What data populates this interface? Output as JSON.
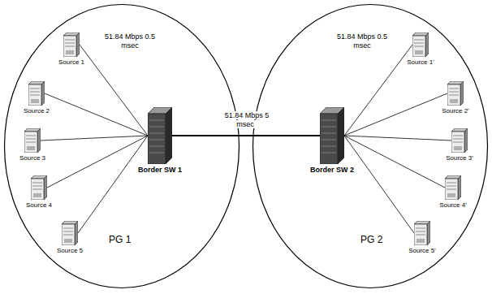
{
  "diagram": {
    "nodes": [
      {
        "text": [
          "PG 1"
        ]
      },
      {
        "text": [
          "Source 1"
        ],
        "in": 0
      },
      {
        "text": [
          "Source 2"
        ],
        "in": 0
      },
      {
        "text": [
          "Source 3"
        ],
        "in": 0
      },
      {
        "text": [
          "Source 4"
        ],
        "in": 0
      },
      {
        "text": [
          "Source 5"
        ],
        "in": 0
      },
      {
        "text": [
          "Border SW 1"
        ],
        "in": 0
      },
      {
        "text": [
          "PG 2"
        ]
      },
      {
        "text": [
          "Border SW 2"
        ],
        "in": 7
      },
      {
        "text": [
          "Source 1'"
        ],
        "in": 7
      },
      {
        "text": [
          "Source 2'"
        ],
        "in": 7
      },
      {
        "text": [
          "Source 3'"
        ],
        "in": 7
      },
      {
        "text": [
          "Source 4'"
        ],
        "in": 7
      },
      {
        "text": [
          "Source 5'"
        ],
        "in": 7
      }
    ],
    "edges": [
      {
        "from": 1,
        "to": 6,
        "arrow": "none"
      },
      {
        "from": 2,
        "to": 6,
        "arrow": "none"
      },
      {
        "from": 3,
        "to": 6,
        "arrow": "none"
      },
      {
        "from": 4,
        "to": 6,
        "arrow": "none"
      },
      {
        "from": 5,
        "to": 6,
        "arrow": "none"
      },
      {
        "from": 6,
        "to": 8,
        "label": "51.84 Mbps 5 msec",
        "arrow": "none"
      },
      {
        "from": 8,
        "to": 9,
        "arrow": "none"
      },
      {
        "from": 8,
        "to": 10,
        "arrow": "none"
      },
      {
        "from": 8,
        "to": 11,
        "arrow": "none"
      },
      {
        "from": 8,
        "to": 12,
        "arrow": "none"
      },
      {
        "from": 8,
        "to": 13,
        "arrow": "none"
      }
    ],
    "labels": [
      "51.84 Mbps 0.5 msec",
      "51.84 Mbps 0.5 msec"
    ]
  }
}
